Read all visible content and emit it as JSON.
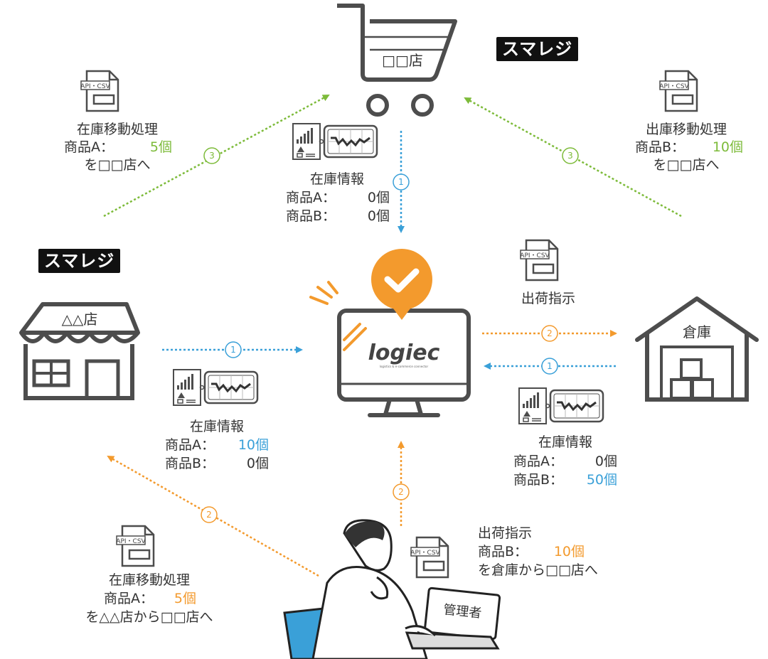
{
  "badges": {
    "top": "スマレジ",
    "left": "スマレジ"
  },
  "cart": {
    "store_label": "□□店"
  },
  "left_store": {
    "label": "△△店"
  },
  "warehouse": {
    "label": "倉庫"
  },
  "laptop": {
    "label": "管理者"
  },
  "center": {
    "logo": "logiec",
    "tagline": "logistics & e-commerce connector"
  },
  "doc_icon_label": "API・CSV",
  "steps": {
    "one": "1",
    "two": "2",
    "three": "3"
  },
  "tl": {
    "title": "在庫移動処理",
    "item": "商品A：",
    "qty": "5個",
    "dest": "を□□店へ"
  },
  "tr": {
    "title": "出庫移動処理",
    "item": "商品B：",
    "qty": "10個",
    "dest": "を□□店へ"
  },
  "tc": {
    "title": "在庫情報",
    "a_label": "商品A：",
    "a_qty": "0個",
    "b_label": "商品B：",
    "b_qty": "0個"
  },
  "ml": {
    "title": "在庫情報",
    "a_label": "商品A：",
    "a_qty": "10個",
    "b_label": "商品B：",
    "b_qty": "0個"
  },
  "mr": {
    "title": "在庫情報",
    "a_label": "商品A：",
    "a_qty": "0個",
    "b_label": "商品B：",
    "b_qty": "50個"
  },
  "ship": {
    "label": "出荷指示"
  },
  "bl": {
    "title": "在庫移動処理",
    "item": "商品A：",
    "qty": "5個",
    "dest": "を△△店から□□店へ"
  },
  "bc": {
    "title": "出荷指示",
    "item": "商品B：",
    "qty": "10個",
    "dest": "を倉庫から□□店へ"
  },
  "colors": {
    "green": "#7dbb3a",
    "blue": "#3aa0d8",
    "orange": "#f39a2d",
    "dark": "#4d4d4d"
  }
}
